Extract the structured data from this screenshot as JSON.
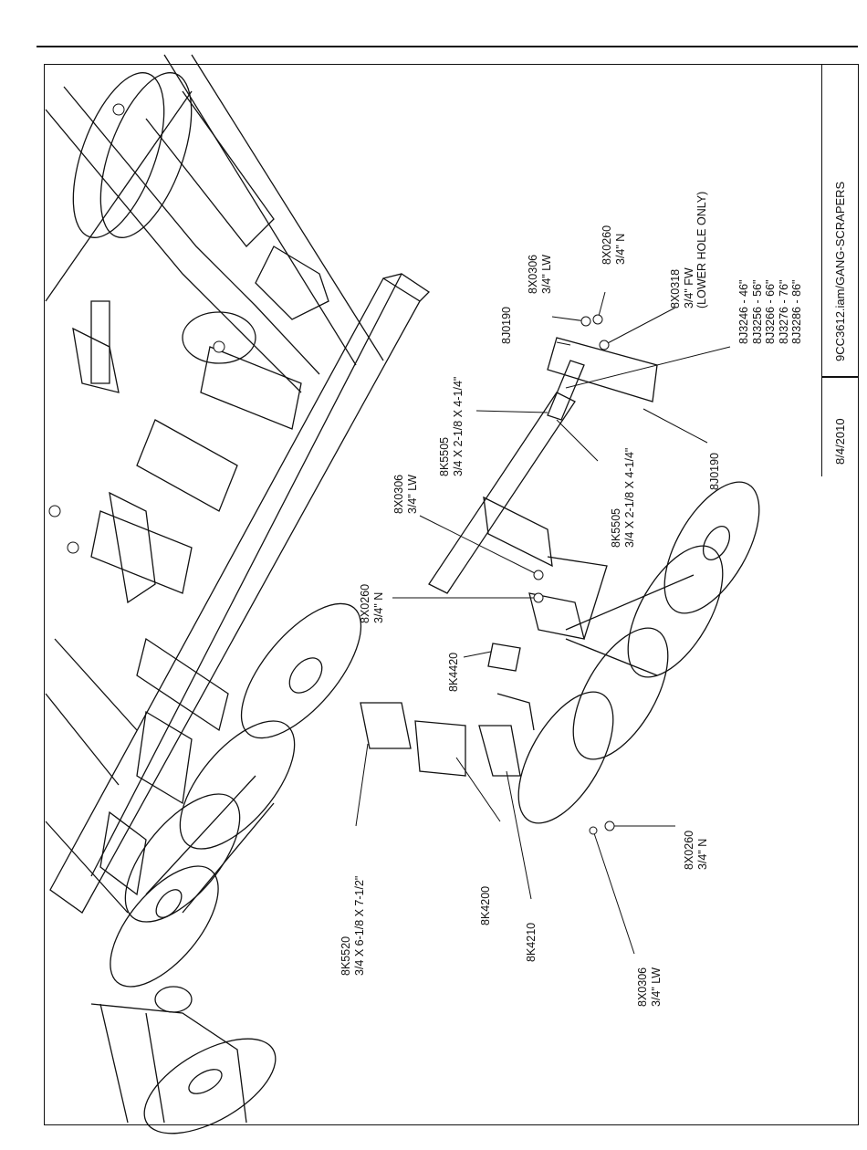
{
  "title_block": {
    "filename": "9CC3612.iam/GANG-SCRAPERS",
    "date": "8/4/2010"
  },
  "callouts": {
    "c_8X0306_a": [
      "8X0306",
      "3/4\" LW"
    ],
    "c_8X0260_a": [
      "8X0260",
      "3/4\" N"
    ],
    "c_8J0190_a": [
      "8J0190"
    ],
    "c_8X0318": [
      "8X0318",
      "3/4\" FW",
      "(LOWER HOLE ONLY)"
    ],
    "c_8J_list": [
      "8J3246 - 46\"",
      "8J3256 - 56\"",
      "8J3266 - 66\"",
      "8J3276 - 76\"",
      "8J3286 - 86\""
    ],
    "c_8K5505_a": [
      "8K5505",
      "3/4 X 2-1/8 X 4-1/4\""
    ],
    "c_8X0306_b": [
      "8X0306",
      "3/4\" LW"
    ],
    "c_8K5505_b": [
      "8K5505",
      "3/4 X 2-1/8 X 4-1/4\""
    ],
    "c_8J0190_b": [
      "8J0190"
    ],
    "c_8X0260_b": [
      "8X0260",
      "3/4\" N"
    ],
    "c_8K4420": [
      "8K4420"
    ],
    "c_8X0260_c": [
      "8X0260",
      "3/4\" N"
    ],
    "c_8K5520": [
      "8K5520",
      "3/4 X 6-1/8 X 7-1/2\""
    ],
    "c_8K4200": [
      "8K4200"
    ],
    "c_8K4210": [
      "8K4210"
    ],
    "c_8X0306_c": [
      "8X0306",
      "3/4\" LW"
    ]
  }
}
